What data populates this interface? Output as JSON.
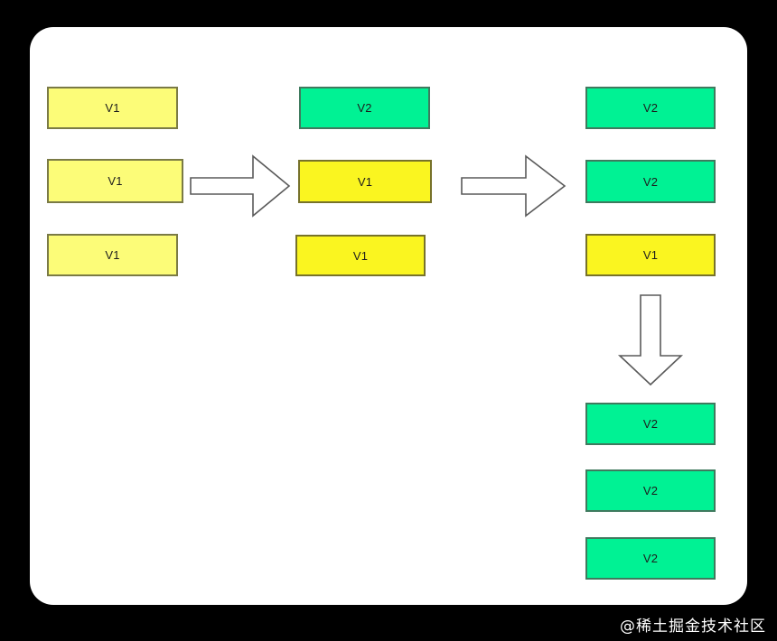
{
  "canvas": {
    "background_color": "#000000",
    "card_color": "#ffffff"
  },
  "palette": {
    "pale_yellow": "#fcfc78",
    "bright_yellow": "#faf520",
    "spring_green": "#00f294",
    "arrow_stroke": "#5a5a5a",
    "arrow_fill": "#ffffff",
    "text_color": "#1d1d1d"
  },
  "diagram": {
    "type": "rolling-upgrade-stages",
    "columns": [
      {
        "id": "stage-1",
        "name": "initial-state",
        "boxes": [
          {
            "label": "V1",
            "variant": "pale"
          },
          {
            "label": "V1",
            "variant": "pale"
          },
          {
            "label": "V1",
            "variant": "pale"
          }
        ]
      },
      {
        "id": "stage-2",
        "name": "partial-upgrade",
        "boxes": [
          {
            "label": "V2",
            "variant": "green"
          },
          {
            "label": "V1",
            "variant": "bright"
          },
          {
            "label": "V1",
            "variant": "bright"
          }
        ]
      },
      {
        "id": "stage-3",
        "name": "further-upgrade",
        "boxes": [
          {
            "label": "V2",
            "variant": "green"
          },
          {
            "label": "V2",
            "variant": "green"
          },
          {
            "label": "V1",
            "variant": "bright"
          }
        ]
      },
      {
        "id": "stage-4",
        "name": "final-state",
        "boxes": [
          {
            "label": "V2",
            "variant": "green"
          },
          {
            "label": "V2",
            "variant": "green"
          },
          {
            "label": "V2",
            "variant": "green"
          }
        ]
      }
    ],
    "arrows": [
      {
        "id": "arrow-1",
        "direction": "right",
        "from": "stage-1",
        "to": "stage-2"
      },
      {
        "id": "arrow-2",
        "direction": "right",
        "from": "stage-2",
        "to": "stage-3"
      },
      {
        "id": "arrow-3",
        "direction": "down",
        "from": "stage-3",
        "to": "stage-4"
      }
    ]
  },
  "watermark": {
    "text": "@稀土掘金技术社区"
  }
}
